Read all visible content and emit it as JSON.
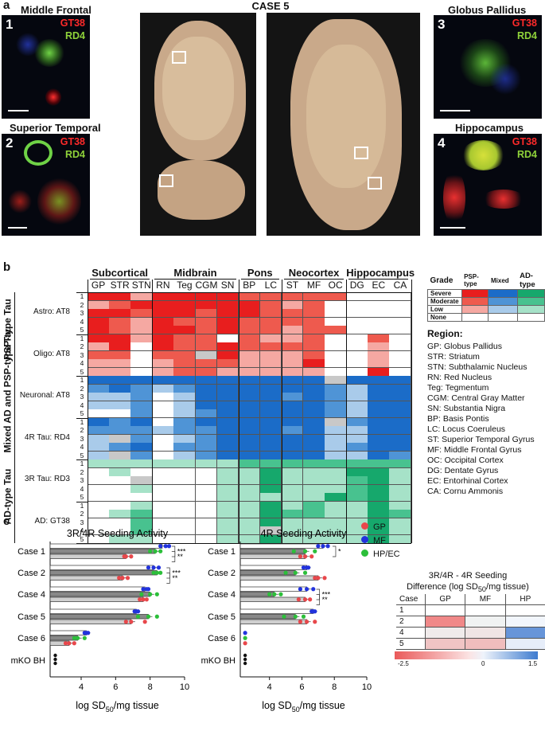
{
  "panel_a": {
    "label": "a",
    "case_title": "CASE 5",
    "micrographs": [
      {
        "num": "1",
        "title": "Middle Frontal",
        "stain1": "GT38",
        "stain2": "RD4"
      },
      {
        "num": "2",
        "title": "Superior Temporal",
        "stain1": "GT38",
        "stain2": "RD4"
      },
      {
        "num": "3",
        "title": "Globus Pallidus",
        "stain1": "GT38",
        "stain2": "RD4"
      },
      {
        "num": "4",
        "title": "Hippocampus",
        "stain1": "GT38",
        "stain2": "RD4"
      }
    ],
    "colors": {
      "stain1": "#ff2a2a",
      "stain2": "#8fd23a"
    }
  },
  "panel_b": {
    "label": "b",
    "groups": [
      {
        "label": "Subcortical",
        "span": 3
      },
      {
        "label": "Midbrain",
        "span": 4
      },
      {
        "label": "Pons",
        "span": 2
      },
      {
        "label": "Neocortex",
        "span": 3
      },
      {
        "label": "Hippocampus",
        "span": 3
      }
    ],
    "columns": [
      "GP",
      "STR",
      "STN",
      "RN",
      "Teg",
      "CGM",
      "SN",
      "BP",
      "LC",
      "ST",
      "MF",
      "OC",
      "DG",
      "EC",
      "CA"
    ],
    "blocks": [
      {
        "super": "PSP-type Tau",
        "label": "Astro: AT8",
        "palette": "psp",
        "rows": [
          [
            3,
            3,
            1,
            3,
            3,
            3,
            3,
            2,
            2,
            2,
            2,
            2,
            0,
            0,
            0
          ],
          [
            1,
            2,
            3,
            3,
            3,
            3,
            3,
            3,
            2,
            1,
            2,
            0,
            0,
            0,
            0
          ],
          [
            3,
            3,
            2,
            3,
            3,
            2,
            3,
            3,
            2,
            2,
            2,
            0,
            0,
            0,
            0
          ],
          [
            3,
            2,
            1,
            3,
            2,
            2,
            3,
            2,
            2,
            2,
            2,
            0,
            0,
            0,
            0
          ],
          [
            3,
            2,
            1,
            3,
            3,
            2,
            3,
            2,
            2,
            1,
            2,
            2,
            0,
            0,
            0
          ]
        ]
      },
      {
        "super": "",
        "label": "Oligo: AT8",
        "palette": "psp",
        "rows": [
          [
            3,
            3,
            1,
            3,
            2,
            2,
            0,
            2,
            1,
            1,
            2,
            0,
            0,
            2,
            0
          ],
          [
            1,
            3,
            0,
            3,
            2,
            2,
            3,
            2,
            2,
            2,
            2,
            0,
            0,
            1,
            0
          ],
          [
            2,
            2,
            0,
            2,
            2,
            9,
            3,
            1,
            1,
            1,
            2,
            0,
            0,
            1,
            0
          ],
          [
            1,
            1,
            0,
            1,
            2,
            2,
            2,
            1,
            1,
            1,
            3,
            0,
            0,
            1,
            0
          ],
          [
            1,
            1,
            0,
            1,
            2,
            2,
            1,
            1,
            1,
            1,
            1,
            0,
            0,
            3,
            0
          ]
        ]
      },
      {
        "super": "Mixed AD and PSP-type Tau",
        "label": "Neuronal: AT8",
        "palette": "mix",
        "rows": [
          [
            3,
            3,
            3,
            3,
            3,
            3,
            3,
            3,
            3,
            3,
            3,
            9,
            3,
            3,
            3
          ],
          [
            2,
            3,
            2,
            1,
            2,
            3,
            3,
            3,
            3,
            3,
            3,
            2,
            1,
            3,
            3
          ],
          [
            1,
            1,
            2,
            0,
            1,
            3,
            3,
            3,
            3,
            2,
            3,
            2,
            1,
            3,
            3
          ],
          [
            1,
            1,
            2,
            0,
            1,
            3,
            3,
            3,
            3,
            3,
            3,
            2,
            1,
            3,
            3
          ],
          [
            0,
            0,
            2,
            0,
            1,
            2,
            3,
            3,
            3,
            3,
            3,
            2,
            1,
            3,
            3
          ]
        ]
      },
      {
        "super": "",
        "label": "4R Tau: RD4",
        "palette": "mix",
        "rows": [
          [
            3,
            2,
            3,
            0,
            2,
            3,
            3,
            3,
            3,
            3,
            3,
            9,
            2,
            3,
            3
          ],
          [
            2,
            2,
            2,
            1,
            2,
            2,
            3,
            3,
            3,
            2,
            3,
            1,
            1,
            3,
            3
          ],
          [
            1,
            9,
            2,
            0,
            1,
            2,
            3,
            3,
            3,
            3,
            3,
            1,
            1,
            3,
            3
          ],
          [
            1,
            2,
            3,
            0,
            2,
            2,
            3,
            3,
            3,
            3,
            3,
            1,
            2,
            3,
            3
          ],
          [
            1,
            9,
            2,
            0,
            1,
            2,
            3,
            3,
            3,
            3,
            3,
            1,
            1,
            3,
            2
          ]
        ]
      },
      {
        "super": "AD-type Tau",
        "label": "3R Tau: RD3",
        "palette": "ad",
        "rows": [
          [
            1,
            1,
            1,
            1,
            1,
            1,
            1,
            2,
            2,
            2,
            2,
            2,
            2,
            2,
            2
          ],
          [
            0,
            1,
            0,
            0,
            0,
            0,
            1,
            1,
            3,
            1,
            1,
            1,
            3,
            3,
            1
          ],
          [
            0,
            0,
            9,
            0,
            0,
            0,
            1,
            1,
            3,
            1,
            1,
            1,
            2,
            3,
            1
          ],
          [
            0,
            0,
            1,
            0,
            0,
            0,
            1,
            1,
            3,
            1,
            1,
            1,
            2,
            3,
            1
          ],
          [
            0,
            0,
            0,
            0,
            0,
            0,
            1,
            1,
            1,
            1,
            1,
            3,
            2,
            3,
            1
          ]
        ]
      },
      {
        "super": "",
        "label": "AD: GT38",
        "palette": "ad",
        "rows": [
          [
            0,
            0,
            1,
            0,
            0,
            0,
            1,
            1,
            3,
            1,
            2,
            1,
            1,
            3,
            1
          ],
          [
            0,
            1,
            2,
            0,
            0,
            0,
            1,
            1,
            3,
            2,
            2,
            1,
            1,
            3,
            2
          ],
          [
            0,
            0,
            2,
            0,
            0,
            0,
            1,
            1,
            3,
            1,
            1,
            1,
            1,
            3,
            1
          ],
          [
            0,
            0,
            2,
            0,
            0,
            0,
            1,
            1,
            9,
            1,
            1,
            1,
            1,
            3,
            1
          ],
          [
            0,
            1,
            1,
            0,
            0,
            0,
            1,
            1,
            3,
            1,
            1,
            1,
            1,
            3,
            1
          ]
        ]
      }
    ],
    "row_numbers": [
      "1",
      "2",
      "3",
      "4",
      "5"
    ],
    "legend": {
      "header": [
        "Grade",
        "PSP-type",
        "Mixed",
        "AD-type"
      ],
      "grades": [
        "Severe",
        "Moderate",
        "Low",
        "None"
      ]
    },
    "palettes": {
      "psp": [
        "#ffffff",
        "#f5a8a2",
        "#ee5a4e",
        "#e81e1e"
      ],
      "mix": [
        "#ffffff",
        "#a9cbea",
        "#4f94d6",
        "#1b6cc8"
      ],
      "ad": [
        "#ffffff",
        "#a6e2c8",
        "#48c28f",
        "#16a86c"
      ],
      "missing": "#c8c8c8"
    },
    "region_title": "Region:",
    "regions": [
      "GP: Globus Pallidus",
      "STR: Striatum",
      "STN: Subthalamic Nucleus",
      "RN: Red Nucleus",
      "Teg: Tegmentum",
      "CGM: Central Gray Matter",
      "SN: Substantia Nigra",
      "BP: Basis Pontis",
      "LC: Locus Coeruleus",
      "ST: Superior Temporal Gyrus",
      "MF: Middle Frontal Gyrus",
      "OC: Occipital Cortex",
      "DG: Dentate Gyrus",
      "EC: Entorhinal Cortex",
      "CA: Cornu Ammonis"
    ]
  },
  "panel_c": {
    "label": "c",
    "xlabel_main": "log SD",
    "xlabel_sub": "50",
    "xlabel_tail": "/mg tissue",
    "legend": [
      {
        "name": "GP",
        "color": "#e8474b"
      },
      {
        "name": "MF",
        "color": "#2233dd"
      },
      {
        "name": "HP/EC",
        "color": "#2cbf3a"
      }
    ],
    "mini_table": {
      "title1": "3R/4R - 4R Seeding",
      "title2": "Difference (log SD",
      "title2_sub": "50",
      "title2_tail": "/mg tissue)",
      "header": [
        "Case",
        "GP",
        "MF",
        "HP"
      ],
      "rows": [
        {
          "case": "1",
          "vals": [
            null,
            null,
            null
          ]
        },
        {
          "case": "2",
          "vals": [
            -1.8,
            -0.2,
            0.1
          ]
        },
        {
          "case": "4",
          "vals": [
            -0.3,
            -0.4,
            1.2
          ]
        },
        {
          "case": "5",
          "vals": [
            -0.9,
            -1.0,
            0.2
          ]
        }
      ],
      "scale": {
        "min": "-2.5",
        "mid": "0",
        "max": "1.5"
      }
    }
  },
  "chart_data": [
    {
      "type": "bar",
      "title": "3R/4R Seeding Activity",
      "xlabel": "log SD50/mg tissue",
      "xlim": [
        2.2,
        10
      ],
      "xticks": [
        4,
        6,
        8,
        10
      ],
      "categories": [
        "Case 1",
        "Case 2",
        "Case 4",
        "Case 5",
        "Case 6",
        "mKO BH"
      ],
      "series": [
        {
          "name": "MF",
          "values": [
            8.7,
            8.2,
            7.7,
            7.2,
            4.3,
            null
          ],
          "points": [
            [
              8.6,
              8.9,
              9.1
            ],
            [
              7.9,
              8.2,
              8.5
            ],
            [
              7.6,
              7.8,
              7.9
            ],
            [
              7.1,
              7.2,
              7.3
            ],
            [
              4.2,
              4.3,
              4.4
            ],
            []
          ]
        },
        {
          "name": "HP/EC",
          "values": [
            8.3,
            8.4,
            8.0,
            7.9,
            3.8,
            null
          ],
          "points": [
            [
              8.0,
              8.3,
              8.6
            ],
            [
              8.2,
              8.4,
              8.6
            ],
            [
              7.5,
              8.0,
              8.4
            ],
            [
              7.3,
              7.9,
              8.4
            ],
            [
              3.6,
              3.8,
              4.2
            ],
            []
          ]
        },
        {
          "name": "GP",
          "values": [
            6.6,
            6.4,
            7.6,
            6.9,
            3.3,
            null
          ],
          "points": [
            [
              6.5,
              6.6,
              6.9
            ],
            [
              6.2,
              6.4,
              6.7
            ],
            [
              7.4,
              7.6,
              7.8
            ],
            [
              6.6,
              6.9,
              7.7
            ],
            [
              3.1,
              3.3,
              3.6
            ],
            []
          ]
        }
      ],
      "mko_points": [
        2.5,
        2.5,
        2.5
      ],
      "significance": [
        {
          "case": "Case 1",
          "labels": [
            "***",
            "**"
          ]
        },
        {
          "case": "Case 2",
          "labels": [
            "***",
            "**"
          ]
        }
      ]
    },
    {
      "type": "bar",
      "title": "4R Seeding Activity",
      "xlabel": "log SD50/mg tissue",
      "xlim": [
        2.2,
        10
      ],
      "xticks": [
        4,
        6,
        8,
        10
      ],
      "categories": [
        "Case 1",
        "Case 2",
        "Case 4",
        "Case 5",
        "Case 6",
        "mKO BH"
      ],
      "series": [
        {
          "name": "MF",
          "values": [
            7.3,
            6.3,
            6.3,
            6.7,
            null,
            null
          ],
          "points": [
            [
              7.0,
              7.3,
              7.6
            ],
            [
              6.1,
              6.3,
              6.4
            ],
            [
              5.9,
              6.3,
              6.7
            ],
            [
              6.6,
              6.7,
              6.8
            ],
            [
              2.5
            ],
            []
          ]
        },
        {
          "name": "HP/EC",
          "values": [
            6.2,
            5.6,
            4.3,
            5.6,
            null,
            null
          ],
          "points": [
            [
              5.5,
              6.2,
              6.8
            ],
            [
              5.0,
              5.6,
              6.2
            ],
            [
              4.0,
              4.3,
              4.7
            ],
            [
              4.9,
              5.6,
              6.1
            ],
            [
              2.5
            ],
            []
          ]
        },
        {
          "name": "GP",
          "values": [
            6.2,
            7.0,
            6.2,
            6.3,
            null,
            null
          ],
          "points": [
            [
              5.9,
              6.2,
              6.6
            ],
            [
              6.8,
              7.0,
              7.4
            ],
            [
              5.8,
              6.2,
              6.5
            ],
            [
              5.9,
              6.3,
              6.8
            ],
            [
              2.5
            ],
            []
          ]
        }
      ],
      "mko_points": [
        2.5,
        2.5,
        2.5
      ],
      "significance": [
        {
          "case": "Case 1",
          "labels": [
            "*"
          ]
        },
        {
          "case": "Case 4",
          "labels": [
            "***",
            "**"
          ]
        }
      ]
    }
  ]
}
